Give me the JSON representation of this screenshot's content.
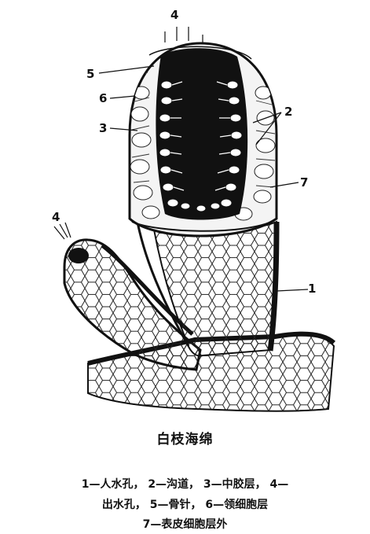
{
  "title": "白枝海绵",
  "labels": {
    "l1": "1",
    "l2": "2",
    "l3": "3",
    "l4a": "4",
    "l4b": "4",
    "l5": "5",
    "l6": "6",
    "l7": "7"
  },
  "legend": {
    "line1": "1—人水孔， 2—沟道， 3—中胶层， 4—",
    "line2": "出水孔， 5—骨针， 6—领细胞层",
    "line3": "7—表皮细胞层外"
  }
}
